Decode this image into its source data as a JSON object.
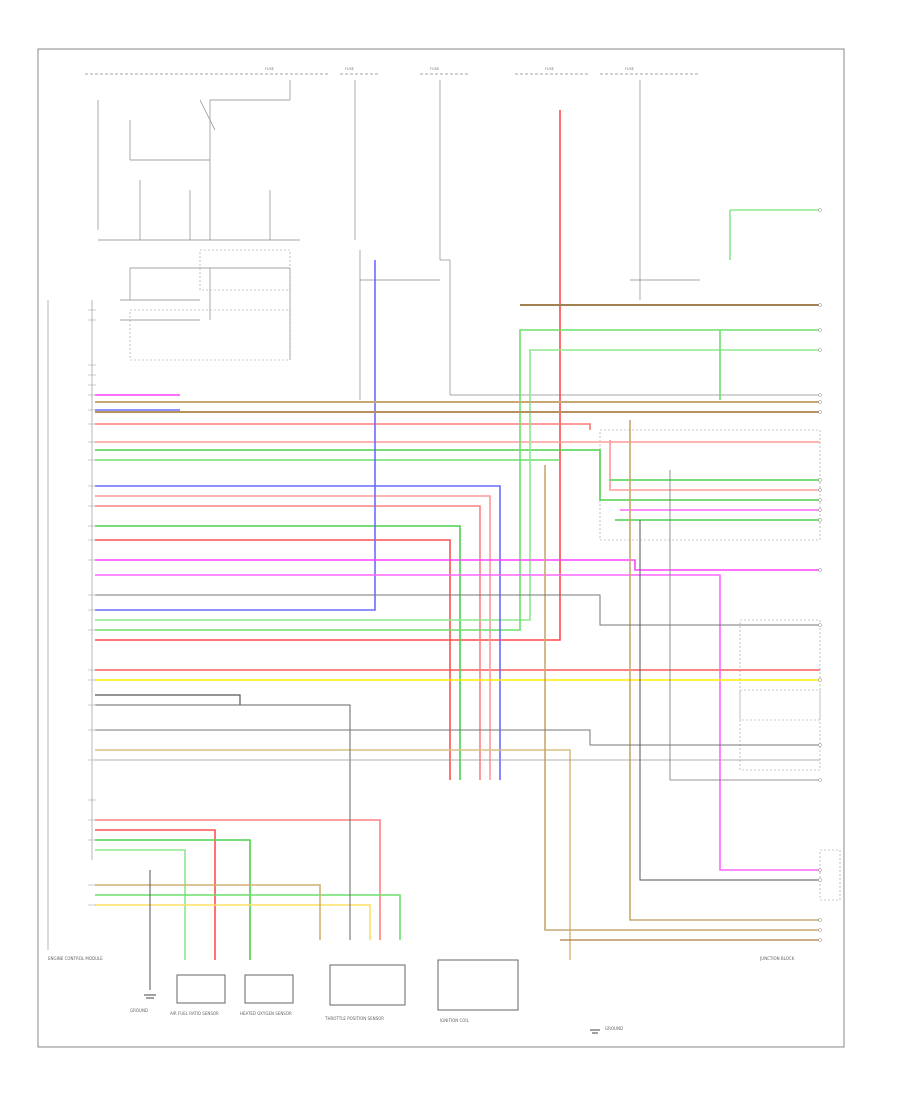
{
  "diagram": {
    "footer_code": "",
    "colors": {
      "red": "#ff6a6a",
      "pink": "#ff9a9a",
      "green": "#4cd14c",
      "light_green": "#8ee88e",
      "blue": "#6a6aff",
      "violet": "#ff44ff",
      "yellow": "#ffee00",
      "tan": "#c8b070",
      "olive": "#9a9a6a",
      "gray": "#666666",
      "black": "#444444"
    },
    "components": [
      {
        "id": "ecm",
        "label": "ENGINE CONTROL MODULE"
      },
      {
        "id": "a_f_sensor",
        "label": "AIR FUEL RATIO SENSOR"
      },
      {
        "id": "heated_o2",
        "label": "HEATED OXYGEN SENSOR"
      },
      {
        "id": "throttle",
        "label": "THROTTLE POSITION SENSOR"
      },
      {
        "id": "ignition",
        "label": "IGNITION COIL"
      },
      {
        "id": "junction_block",
        "label": "JUNCTION BLOCK"
      },
      {
        "id": "ground_a",
        "label": "GROUND"
      },
      {
        "id": "ground_b",
        "label": "GROUND"
      }
    ],
    "fuses": [
      {
        "id": "fuse1",
        "label": "FUSE"
      },
      {
        "id": "fuse2",
        "label": "FUSE"
      },
      {
        "id": "fuse3",
        "label": "FUSE"
      },
      {
        "id": "fuse4",
        "label": "FUSE"
      },
      {
        "id": "fuse5",
        "label": "FUSE"
      }
    ]
  }
}
